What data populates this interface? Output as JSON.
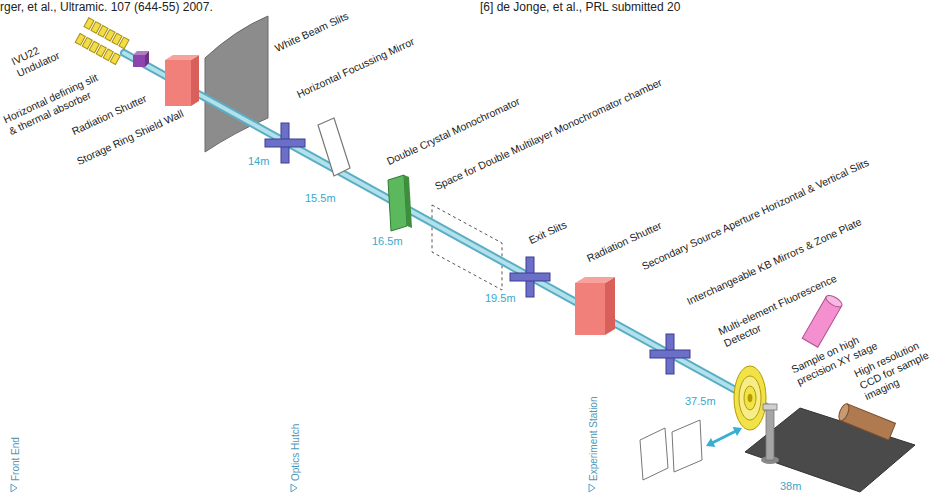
{
  "diagram": {
    "labels": [
      "rger, et al., Ultramic. 107 (644-55) 2007.",
      "[6] de Jonge, et al., PRL submitted 20",
      "IVU22 Undulator",
      "Horizontal defining slit & thermal absorber",
      "Radiation Shutter",
      "Storage Ring Shield Wall",
      "White Beam Slits",
      "Horizontal Focussing Mirror",
      "Double Crystal Monochromator",
      "Space for Double Multilayer Monochromator chamber",
      "Exit Slits",
      "Radiation Shutter",
      "Secondary Source Aperture Horizontal & Vertical Slits",
      "Interchangeable KB Mirrors & Zone Plate",
      "Multi-element Fluorescence Detector",
      "Sample on high precision XY stage",
      "High resolution CCD for sample imaging",
      "14m",
      "15.5m",
      "16.5m",
      "19.5m",
      "37.5m",
      "38m",
      "Front End",
      "Optics Hutch",
      "Experiment Station"
    ]
  }
}
